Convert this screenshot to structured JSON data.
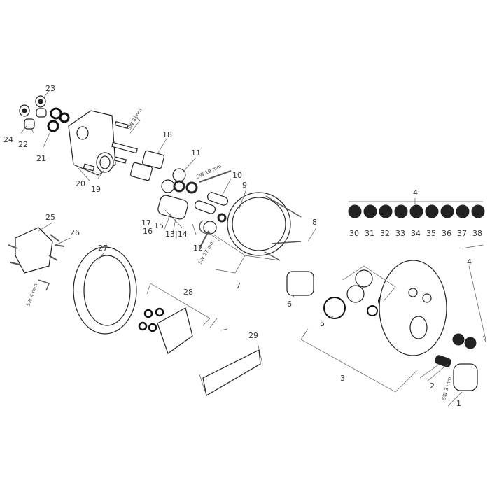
{
  "labels": {
    "l1": "1",
    "l2": "2",
    "l3": "3",
    "l4a": "4",
    "l4b": "4",
    "l5": "5",
    "l6": "6",
    "l7": "7",
    "l8": "8",
    "l9": "9",
    "l10": "10",
    "l11": "11",
    "l12": "12",
    "l13_14": "13|14",
    "l15": "15",
    "l16": "16",
    "l17": "17",
    "l18": "18",
    "l19": "19",
    "l20": "20",
    "l21": "21",
    "l22": "22",
    "l23": "23",
    "l24": "24",
    "l25": "25",
    "l26": "26",
    "l27": "27",
    "l28": "28",
    "l29": "29",
    "l30": "30",
    "l31": "31",
    "l32": "32",
    "l33": "33",
    "l34": "34",
    "l35": "35",
    "l36": "36",
    "l37": "37",
    "l38": "38"
  },
  "tools": {
    "sw8": "SW 8 mm",
    "sw19": "SW 19 mm",
    "sw27": "SW 27 mm",
    "sw4": "SW 4 mm",
    "sw3": "SW 3 mm"
  }
}
